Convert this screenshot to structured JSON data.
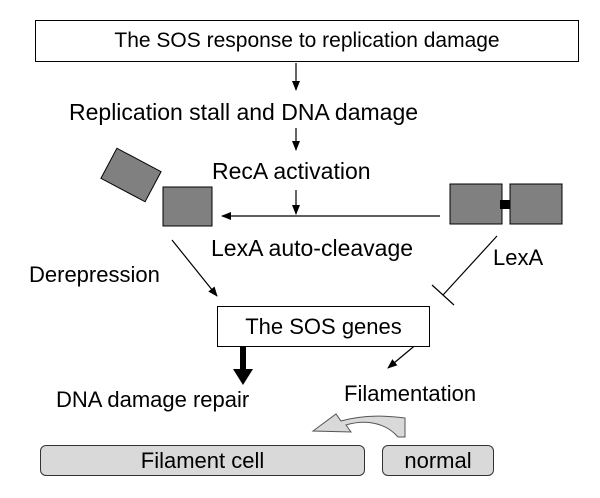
{
  "title": "The SOS response to replication damage",
  "steps": {
    "stall": "Replication stall and DNA damage",
    "reca": "RecA activation",
    "cleavage": "LexA auto-cleavage"
  },
  "labels": {
    "derepression": "Derepression",
    "lexa": "LexA",
    "sos_genes": "The SOS genes",
    "repair": "DNA damage repair",
    "filamentation": "Filamentation"
  },
  "cells": {
    "filament": "Filament cell",
    "normal": "normal"
  },
  "colors": {
    "protein_block": "#808080",
    "cell_fill": "#d9d9d9",
    "linker": "#000000"
  }
}
